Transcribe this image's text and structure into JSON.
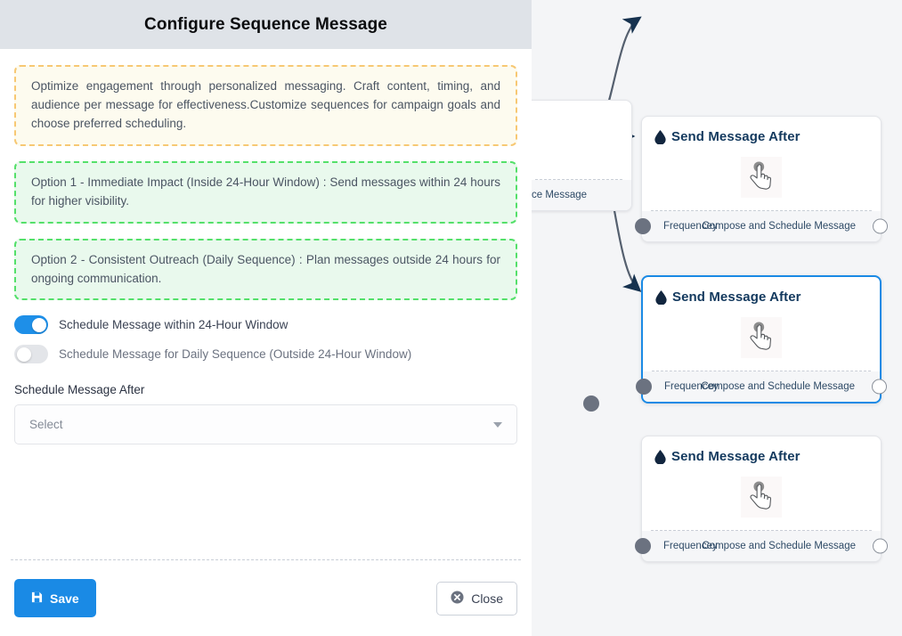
{
  "panel": {
    "title": "Configure Sequence Message",
    "note": "Optimize engagement through personalized messaging. Craft content, timing, and audience per message for effectiveness.Customize sequences for campaign goals and choose preferred scheduling.",
    "options": [
      "Option 1 - Immediate Impact (Inside 24-Hour Window) : Send messages within 24 hours for higher visibility.",
      "Option 2 - Consistent Outreach (Daily Sequence) : Plan messages outside 24 hours for ongoing communication."
    ],
    "toggles": [
      {
        "label": "Schedule Message within 24-Hour Window",
        "state": "on"
      },
      {
        "label": "Schedule Message for Daily Sequence (Outside 24-Hour Window)",
        "state": "off"
      }
    ],
    "field": {
      "label": "Schedule Message After",
      "value": "Select",
      "placeholder": "Select"
    },
    "footer": {
      "save_label": "Save",
      "close_label": "Close"
    },
    "colors": {
      "header_bg": "#dfe3e8",
      "accent": "#1a8ae5",
      "note_border": "#f7c873",
      "note_bg": "#fdfbef",
      "option_border": "#54e06a",
      "option_bg": "#e9f9ed"
    }
  },
  "canvas": {
    "background": "#f4f5f7",
    "selected_border": "#1a8ae5",
    "edge_color": "#55606f",
    "nodes": [
      {
        "title": "Send Message After",
        "foot_left": "Frequencey",
        "foot_right": "Compose and Schedule Message",
        "selected": false
      },
      {
        "title": "Send Message After",
        "foot_left": "Frequencey",
        "foot_right": "Compose and Schedule Message",
        "selected": true
      },
      {
        "title": "Send Message After",
        "foot_left": "Frequencey",
        "foot_right": "Compose and Schedule Message",
        "selected": false
      }
    ],
    "partial_node": {
      "foot_right": "ce Message"
    }
  }
}
